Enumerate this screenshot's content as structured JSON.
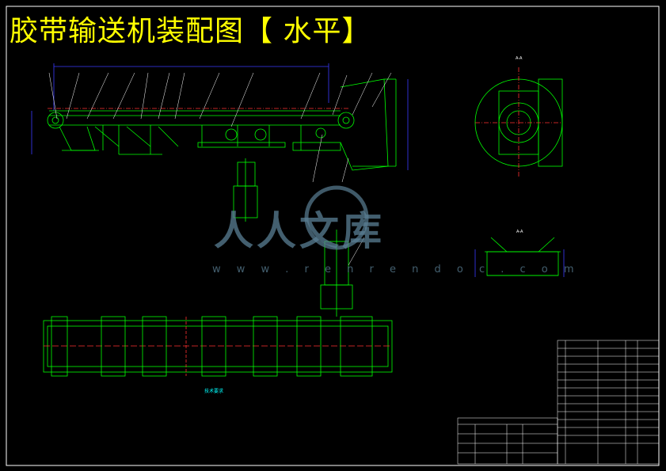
{
  "drawing": {
    "title": "胶带输送机装配图【 水平】",
    "watermark_text": "人人文库",
    "watermark_url": "w w w . r e n r e n d o c . c o m",
    "section_label_a": "A-A",
    "section_label_top": "A-A",
    "notes_title": "技术要求"
  },
  "colors": {
    "background": "#000000",
    "frame": "#ffffff",
    "title": "#ffff00",
    "geometry": "#00ff00",
    "leader": "#ffffff",
    "centerline": "#ff0000",
    "dimension": "#0000ff",
    "notes": "#00ffff",
    "watermark": "#5a7f94"
  }
}
